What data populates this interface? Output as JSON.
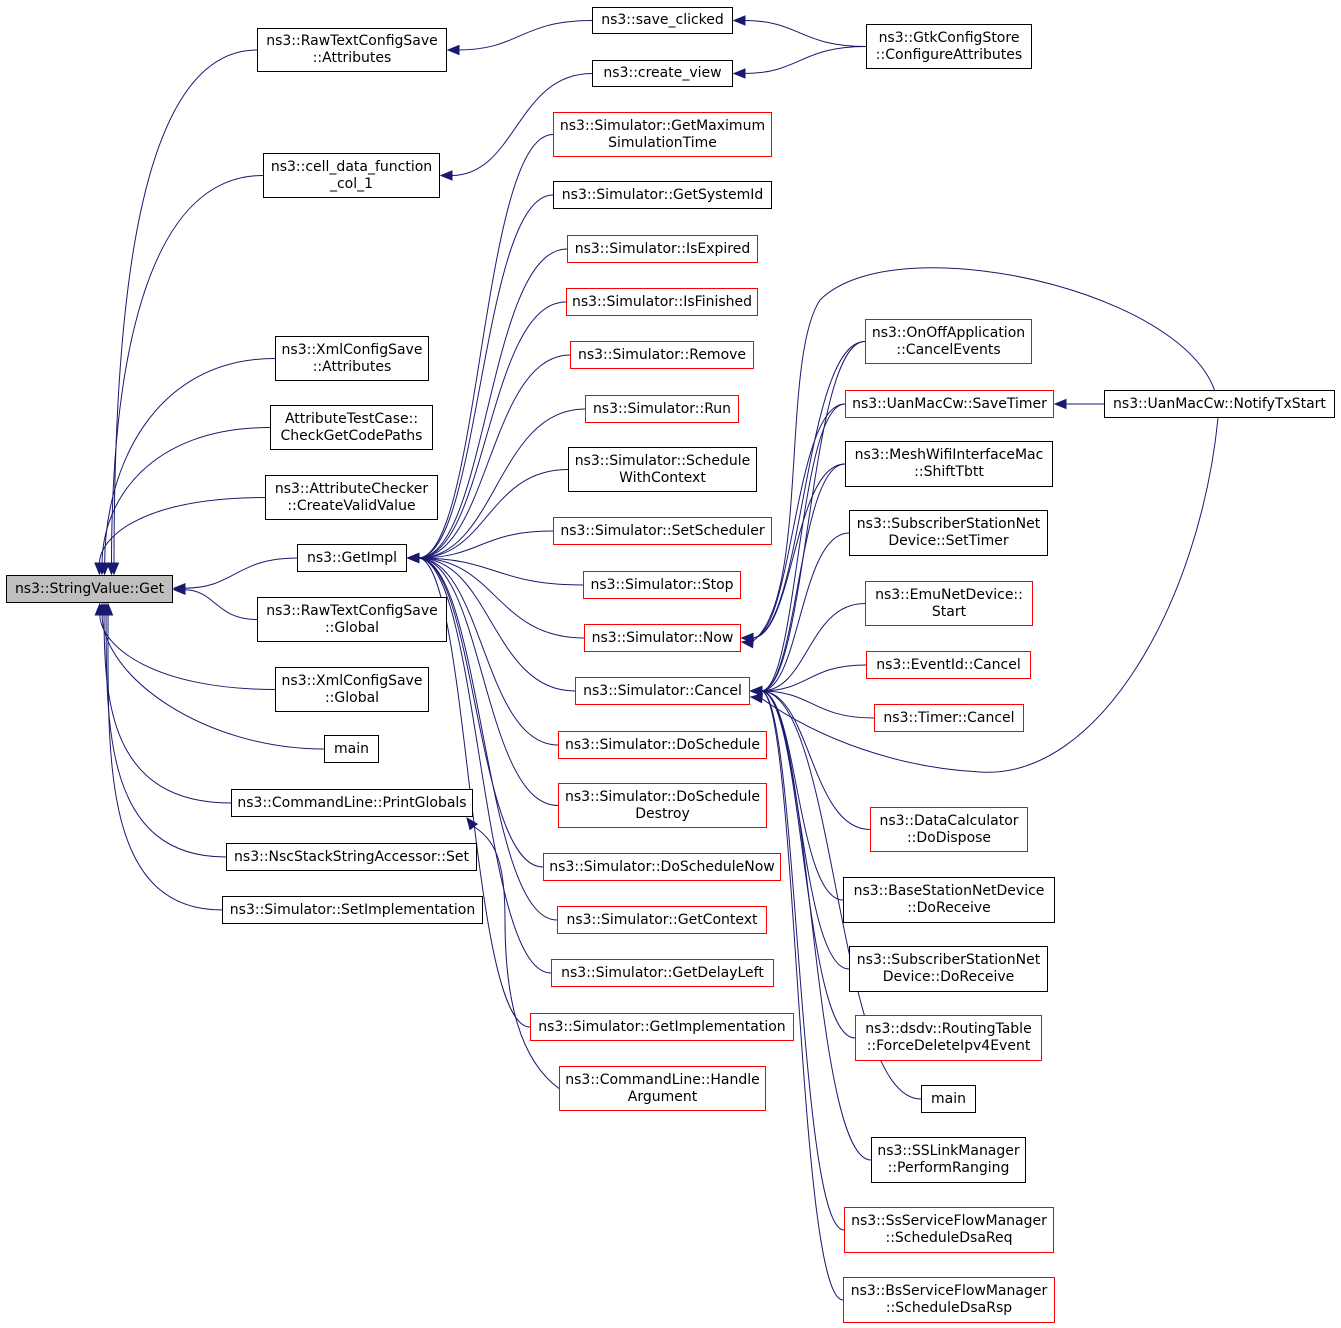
{
  "colors": {
    "edge": "#191970",
    "node_border": "#000000",
    "node_border_external": "#ff0000",
    "root_fill": "#bfbfbf"
  },
  "nodes": {
    "root": {
      "lines": [
        "ns3::StringValue::Get"
      ]
    },
    "rtcs_attr": {
      "lines": [
        "ns3::RawTextConfigSave",
        "::Attributes"
      ]
    },
    "save_clk": {
      "lines": [
        "ns3::save_clicked"
      ]
    },
    "gtk": {
      "lines": [
        "ns3::GtkConfigStore",
        "::ConfigureAttributes"
      ]
    },
    "create_view": {
      "lines": [
        "ns3::create_view"
      ]
    },
    "cell": {
      "lines": [
        "ns3::cell_data_function",
        "_col_1"
      ]
    },
    "xml_attr": {
      "lines": [
        "ns3::XmlConfigSave",
        "::Attributes"
      ]
    },
    "attr_test": {
      "lines": [
        "AttributeTestCase::",
        "CheckGetCodePaths"
      ]
    },
    "attr_chk": {
      "lines": [
        "ns3::AttributeChecker",
        "::CreateValidValue"
      ]
    },
    "getimpl": {
      "lines": [
        "ns3::GetImpl"
      ]
    },
    "rtcs_glob": {
      "lines": [
        "ns3::RawTextConfigSave",
        "::Global"
      ]
    },
    "xml_glob": {
      "lines": [
        "ns3::XmlConfigSave",
        "::Global"
      ]
    },
    "main1": {
      "lines": [
        "main"
      ]
    },
    "printglob": {
      "lines": [
        "ns3::CommandLine::PrintGlobals"
      ]
    },
    "nsc": {
      "lines": [
        "ns3::NscStackStringAccessor::Set"
      ]
    },
    "setimpl": {
      "lines": [
        "ns3::Simulator::SetImplementation"
      ]
    },
    "getmax": {
      "lines": [
        "ns3::Simulator::GetMaximum",
        "SimulationTime"
      ]
    },
    "getsys": {
      "lines": [
        "ns3::Simulator::GetSystemId"
      ]
    },
    "isexp": {
      "lines": [
        "ns3::Simulator::IsExpired"
      ]
    },
    "isfin": {
      "lines": [
        "ns3::Simulator::IsFinished"
      ]
    },
    "remove": {
      "lines": [
        "ns3::Simulator::Remove"
      ]
    },
    "run": {
      "lines": [
        "ns3::Simulator::Run"
      ]
    },
    "schedctx": {
      "lines": [
        "ns3::Simulator::Schedule",
        "WithContext"
      ]
    },
    "setsched": {
      "lines": [
        "ns3::Simulator::SetScheduler"
      ]
    },
    "stop": {
      "lines": [
        "ns3::Simulator::Stop"
      ]
    },
    "now": {
      "lines": [
        "ns3::Simulator::Now"
      ]
    },
    "cancel": {
      "lines": [
        "ns3::Simulator::Cancel"
      ]
    },
    "dosched": {
      "lines": [
        "ns3::Simulator::DoSchedule"
      ]
    },
    "doschdest": {
      "lines": [
        "ns3::Simulator::DoSchedule",
        "Destroy"
      ]
    },
    "doschnow": {
      "lines": [
        "ns3::Simulator::DoScheduleNow"
      ]
    },
    "getctx": {
      "lines": [
        "ns3::Simulator::GetContext"
      ]
    },
    "getdelay": {
      "lines": [
        "ns3::Simulator::GetDelayLeft"
      ]
    },
    "getimpl2": {
      "lines": [
        "ns3::Simulator::GetImplementation"
      ]
    },
    "handlearg": {
      "lines": [
        "ns3::CommandLine::Handle",
        "Argument"
      ]
    },
    "onoff": {
      "lines": [
        "ns3::OnOffApplication",
        "::CancelEvents"
      ]
    },
    "uansave": {
      "lines": [
        "ns3::UanMacCw::SaveTimer"
      ]
    },
    "uannotify": {
      "lines": [
        "ns3::UanMacCw::NotifyTxStart"
      ]
    },
    "mesh": {
      "lines": [
        "ns3::MeshWifiInterfaceMac",
        "::ShiftTbtt"
      ]
    },
    "sssettimer": {
      "lines": [
        "ns3::SubscriberStationNet",
        "Device::SetTimer"
      ]
    },
    "emu": {
      "lines": [
        "ns3::EmuNetDevice::",
        "Start"
      ]
    },
    "evcancel": {
      "lines": [
        "ns3::EventId::Cancel"
      ]
    },
    "timercancel": {
      "lines": [
        "ns3::Timer::Cancel"
      ]
    },
    "datacalc": {
      "lines": [
        "ns3::DataCalculator",
        "::DoDispose"
      ]
    },
    "bsrecv": {
      "lines": [
        "ns3::BaseStationNetDevice",
        "::DoReceive"
      ]
    },
    "ssrecv": {
      "lines": [
        "ns3::SubscriberStationNet",
        "Device::DoReceive"
      ]
    },
    "dsdv": {
      "lines": [
        "ns3::dsdv::RoutingTable",
        "::ForceDeleteIpv4Event"
      ]
    },
    "main2": {
      "lines": [
        "main"
      ]
    },
    "sslink": {
      "lines": [
        "ns3::SSLinkManager",
        "::PerformRanging"
      ]
    },
    "ssflow": {
      "lines": [
        "ns3::SsServiceFlowManager",
        "::ScheduleDsaReq"
      ]
    },
    "bsflow": {
      "lines": [
        "ns3::BsServiceFlowManager",
        "::ScheduleDsaRsp"
      ]
    }
  }
}
